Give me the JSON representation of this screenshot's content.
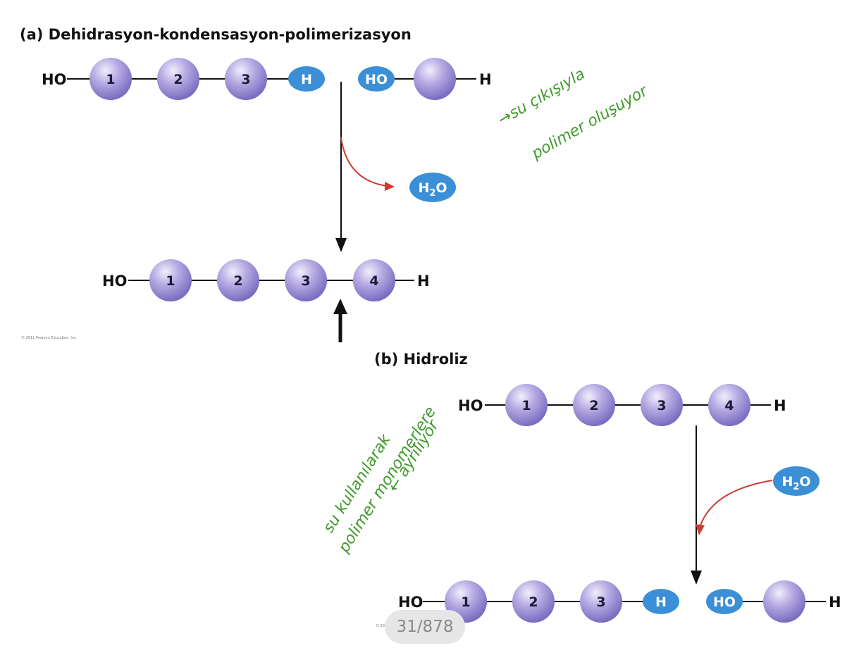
{
  "panel_a": {
    "title": "(a) Dehidrasyon-kondensasyon-polimerizasyon",
    "top_chain": {
      "left_end": "HO",
      "monomers": [
        "1",
        "2",
        "3"
      ],
      "h_chip": "H"
    },
    "incoming_monomer": {
      "ho_chip": "HO",
      "right_end": "H"
    },
    "water_out": {
      "h": "H",
      "sub": "2",
      "o": "O"
    },
    "product_chain": {
      "left_end": "HO",
      "monomers": [
        "1",
        "2",
        "3",
        "4"
      ],
      "right_end": "H"
    },
    "handwriting": {
      "line1": "→su çıkışıyla",
      "line2": "polimer oluşuyor"
    },
    "copyright": "© 2011 Pearson Education, Inc."
  },
  "panel_b": {
    "title": "(b) Hidroliz",
    "top_chain": {
      "left_end": "HO",
      "monomers": [
        "1",
        "2",
        "3",
        "4"
      ],
      "right_end": "H"
    },
    "water_in": {
      "h": "H",
      "sub": "2",
      "o": "O"
    },
    "product_chain": {
      "left_end": "HO",
      "monomers": [
        "1",
        "2",
        "3"
      ],
      "h_chip": "H"
    },
    "released_monomer": {
      "ho_chip": "HO",
      "right_end": "H"
    },
    "handwriting": {
      "line1": "su kullanılarak",
      "line2": "polimer monomerlere",
      "line3": "← ayrılıyor"
    },
    "copyright": "© 2011 Pearson Education, Inc."
  },
  "pager": {
    "label": "31/878"
  },
  "colors": {
    "monomer": "#a99ddc",
    "chip": "#3a8fd6",
    "reaction_arrow": "#d03a32",
    "handwriting": "#3f9a2c"
  }
}
